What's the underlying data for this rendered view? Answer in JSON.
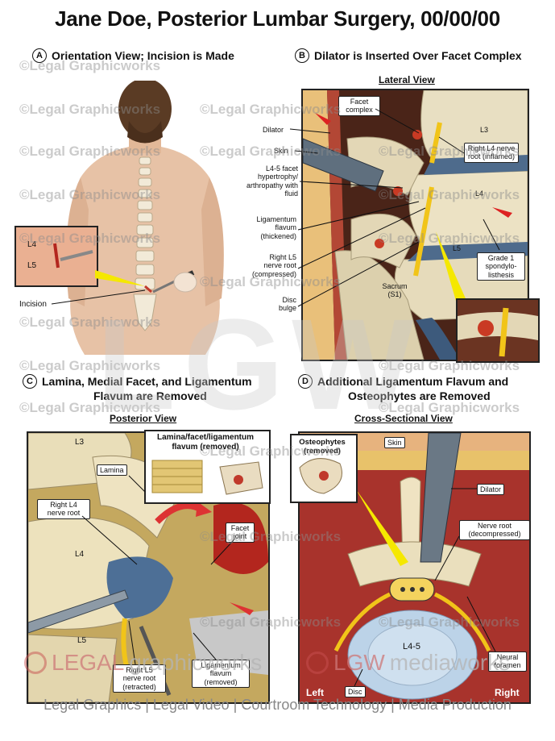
{
  "title": "Jane Doe, Posterior Lumbar Surgery, 00/00/00",
  "sections": {
    "a": {
      "letter": "A",
      "heading": "Orientation View; Incision is Made",
      "labels": {
        "l4": "L4",
        "l5": "L5",
        "incision": "Incision"
      }
    },
    "b": {
      "letter": "B",
      "heading": "Dilator is Inserted Over Facet Complex",
      "view": "Lateral View",
      "labels": {
        "facet_complex": "Facet complex",
        "dilator": "Dilator",
        "skin": "Skin",
        "hypertrophy": "L4-5 facet hypertrophy/ arthropathy with fluid",
        "ligamentum": "Ligamentum flavum (thickened)",
        "right_l5": "Right L5 nerve root (compressed)",
        "disc_bulge": "Disc bulge",
        "l3": "L3",
        "right_l4": "Right L4 nerve root (inflamed)",
        "l4": "L4",
        "l5": "L5",
        "sacrum": "Sacrum (S1)",
        "grade": "Grade 1 spondylo- listhesis"
      }
    },
    "c": {
      "letter": "C",
      "heading_line1": "Lamina, Medial Facet, and Ligamentum",
      "heading_line2": "Flavum are Removed",
      "view": "Posterior View",
      "labels": {
        "l3": "L3",
        "lamina": "Lamina",
        "right_l4": "Right L4 nerve root",
        "l4": "L4",
        "l5": "L5",
        "removed": "Lamina/facet/ligamentum flavum (removed)",
        "facet_joint": "Facet joint",
        "right_l5": "Right L5 nerve root (retracted)",
        "lig_removed": "Ligamentum flavum (removed)"
      }
    },
    "d": {
      "letter": "D",
      "heading_line1": "Additional Ligamentum Flavum and",
      "heading_line2": "Osteophytes are Removed",
      "view": "Cross-Sectional View",
      "labels": {
        "osteophytes": "Osteophytes (removed)",
        "skin": "Skin",
        "dilator": "Dilator",
        "nerve_root": "Nerve root (decompressed)",
        "neural": "Neural foramen",
        "disc": "Disc",
        "l45": "L4-5",
        "left": "Left",
        "right": "Right"
      }
    }
  },
  "watermark": "©Legal Graphicworks",
  "branding": {
    "lgw_big": "LGW",
    "legal": "LEGAL",
    "graphicworks": "graphicworks",
    "lgw": "LGW",
    "mediaworks": "mediaworks"
  },
  "footer": "Legal Graphics | Legal Video | Courtroom Technology | Media Production"
}
